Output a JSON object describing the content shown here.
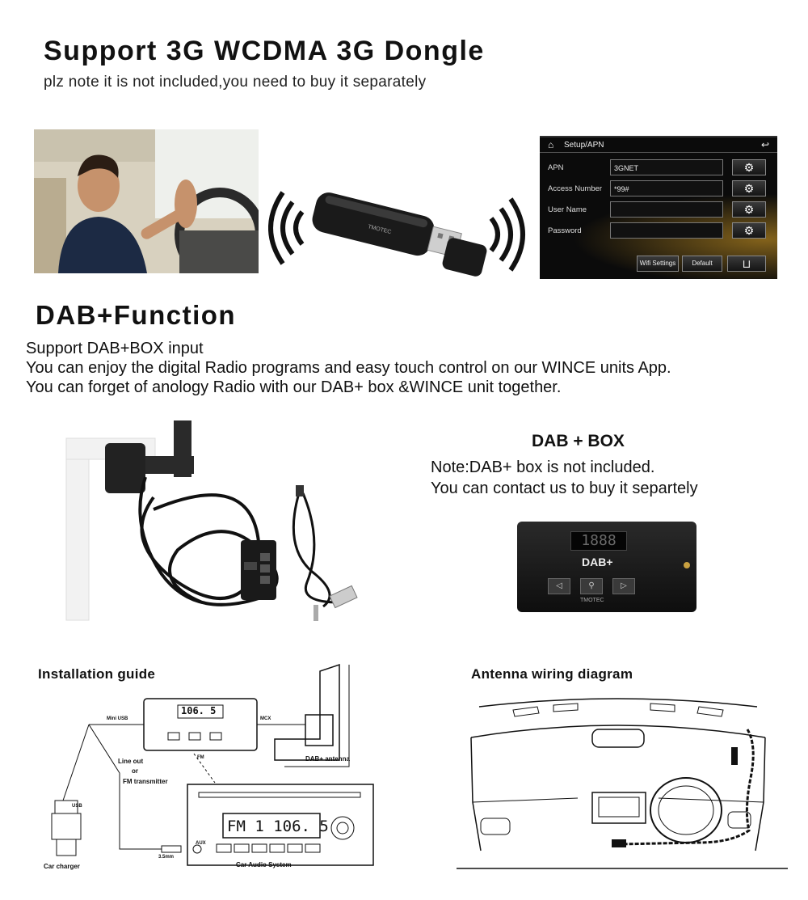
{
  "section1": {
    "title": "Support  3G  WCDMA  3G Dongle",
    "note": "plz note it is not included,you need to buy it separately"
  },
  "dongle": {
    "brand": "TMOTEC"
  },
  "apn_screen": {
    "title": "Setup/APN",
    "rows": [
      {
        "label": "APN",
        "value": "3GNET"
      },
      {
        "label": "Access Number",
        "value": "*99#"
      },
      {
        "label": "User Name",
        "value": ""
      },
      {
        "label": "Password",
        "value": ""
      }
    ],
    "buttons": {
      "wifi": "Wifi Settings",
      "default": "Default"
    }
  },
  "section2": {
    "title": "DAB+Function",
    "lines": [
      "Support DAB+BOX input",
      "You can enjoy the digital Radio programs and easy touch control on our WINCE units App.",
      "You can forget of anology Radio with our DAB+ box &WINCE unit together."
    ]
  },
  "dab_box": {
    "title": "DAB + BOX",
    "note_lines": [
      "Note:DAB+ box is not included.",
      "You can contact us to buy it separtely"
    ],
    "display": "1888",
    "logo": "DAB+",
    "brand": "TMOTEC"
  },
  "installation": {
    "title": "Installation guide",
    "dab_freq": "106. 5",
    "radio_display": "FM 1 106. 5",
    "labels": {
      "mini_usb": "Mini USB",
      "mcx": "MCX",
      "line_out": "Line out",
      "or": "or",
      "fm_transmitter": "FM transmitter",
      "fm": "FM",
      "dab_antenna": "DAB+ antenna",
      "car_charger": "Car charger",
      "car_audio": "Car Audio System",
      "aux": "AUX",
      "usb": "USB",
      "jack": "3.5mm"
    }
  },
  "antenna": {
    "title": "Antenna wiring diagram"
  }
}
